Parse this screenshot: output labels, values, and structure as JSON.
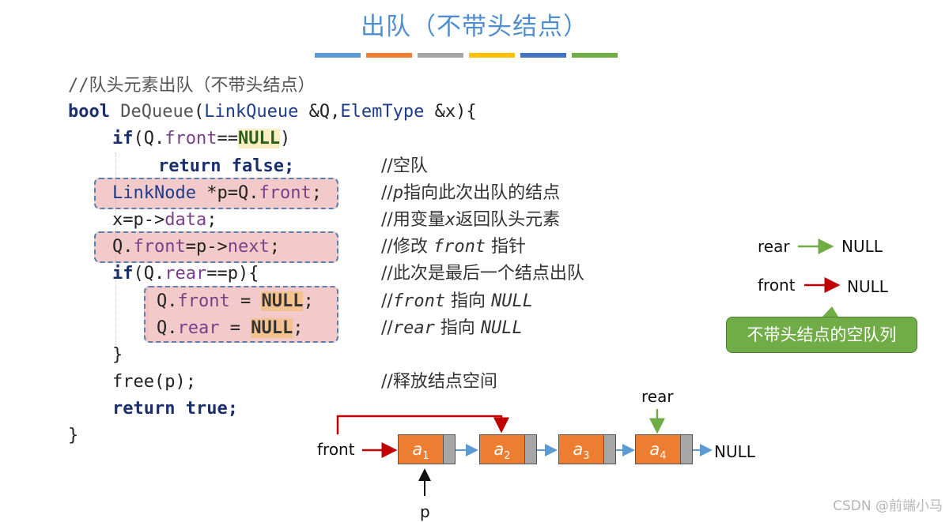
{
  "title": "出队（不带头结点）",
  "title_bar_colors": [
    "#5b9bd5",
    "#ed7d31",
    "#a5a5a5",
    "#ffc000",
    "#4472c4",
    "#70ad47"
  ],
  "code": {
    "comment_head": "//队头元素出队（不带头结点）",
    "sig_kw": "bool",
    "sig_fn": "DeQueue",
    "sig_open": "(",
    "sig_type1": "LinkQueue",
    "sig_mid": " &Q,",
    "sig_type2": "ElemType",
    "sig_end": " &x){",
    "l3_kw": "if",
    "l3_a": "(Q.",
    "l3_mem": "front",
    "l3_b": "==",
    "l3_null": "NULL",
    "l3_c": ")",
    "l4_code": "return false;",
    "l4_cmt": "//空队",
    "l5_type": "LinkNode",
    "l5_a": " *p=Q.",
    "l5_mem": "front",
    "l5_b": ";",
    "l5_cmt_a": "//",
    "l5_cmt_p": "p",
    "l5_cmt_b": "指向此次出队的结点",
    "l6_a": "x=p->",
    "l6_mem": "data",
    "l6_b": ";",
    "l6_cmt_a": "//用变量",
    "l6_cmt_x": "x",
    "l6_cmt_b": "返回队头元素",
    "l7_a": "Q.",
    "l7_mem": "front",
    "l7_b": "=p->",
    "l7_mem2": "next",
    "l7_c": ";",
    "l7_cmt_a": "//修改 ",
    "l7_cmt_i": "front",
    "l7_cmt_b": " 指针",
    "l8_kw": "if",
    "l8_a": "(Q.",
    "l8_mem": "rear",
    "l8_b": "==p){",
    "l8_cmt": "//此次是最后一个结点出队",
    "l9_a": "Q.",
    "l9_mem": "front",
    "l9_b": " = ",
    "l9_null": "NULL",
    "l9_c": ";",
    "l9_cmt_a": "//",
    "l9_cmt_i1": "front",
    "l9_cmt_b": " 指向 ",
    "l9_cmt_i2": "NULL",
    "l10_a": "Q.",
    "l10_mem": "rear",
    "l10_b": " = ",
    "l10_null": "NULL",
    "l10_c": ";",
    "l10_cmt_a": "//",
    "l10_cmt_i1": "rear",
    "l10_cmt_b": " 指向 ",
    "l10_cmt_i2": "NULL",
    "l11": "}",
    "l12_code": "free(p);",
    "l12_cmt": "//释放结点空间",
    "l13_kw": "return true;",
    "l14": "}"
  },
  "empty_queue": {
    "rear_label": "rear",
    "rear_target": "NULL",
    "front_label": "front",
    "front_target": "NULL",
    "caption": "不带头结点的空队列",
    "rear_arrow_color": "#70ad47",
    "front_arrow_color": "#c00000"
  },
  "linked_list": {
    "nodes": [
      {
        "letter": "a",
        "sub": "1"
      },
      {
        "letter": "a",
        "sub": "2"
      },
      {
        "letter": "a",
        "sub": "3"
      },
      {
        "letter": "a",
        "sub": "4"
      }
    ],
    "front_label": "front",
    "rear_label": "rear",
    "p_label": "p",
    "tail_label": "NULL",
    "node_color": "#ed7d31",
    "link_color": "#5b9bd5"
  },
  "watermark": "CSDN @前端小马"
}
